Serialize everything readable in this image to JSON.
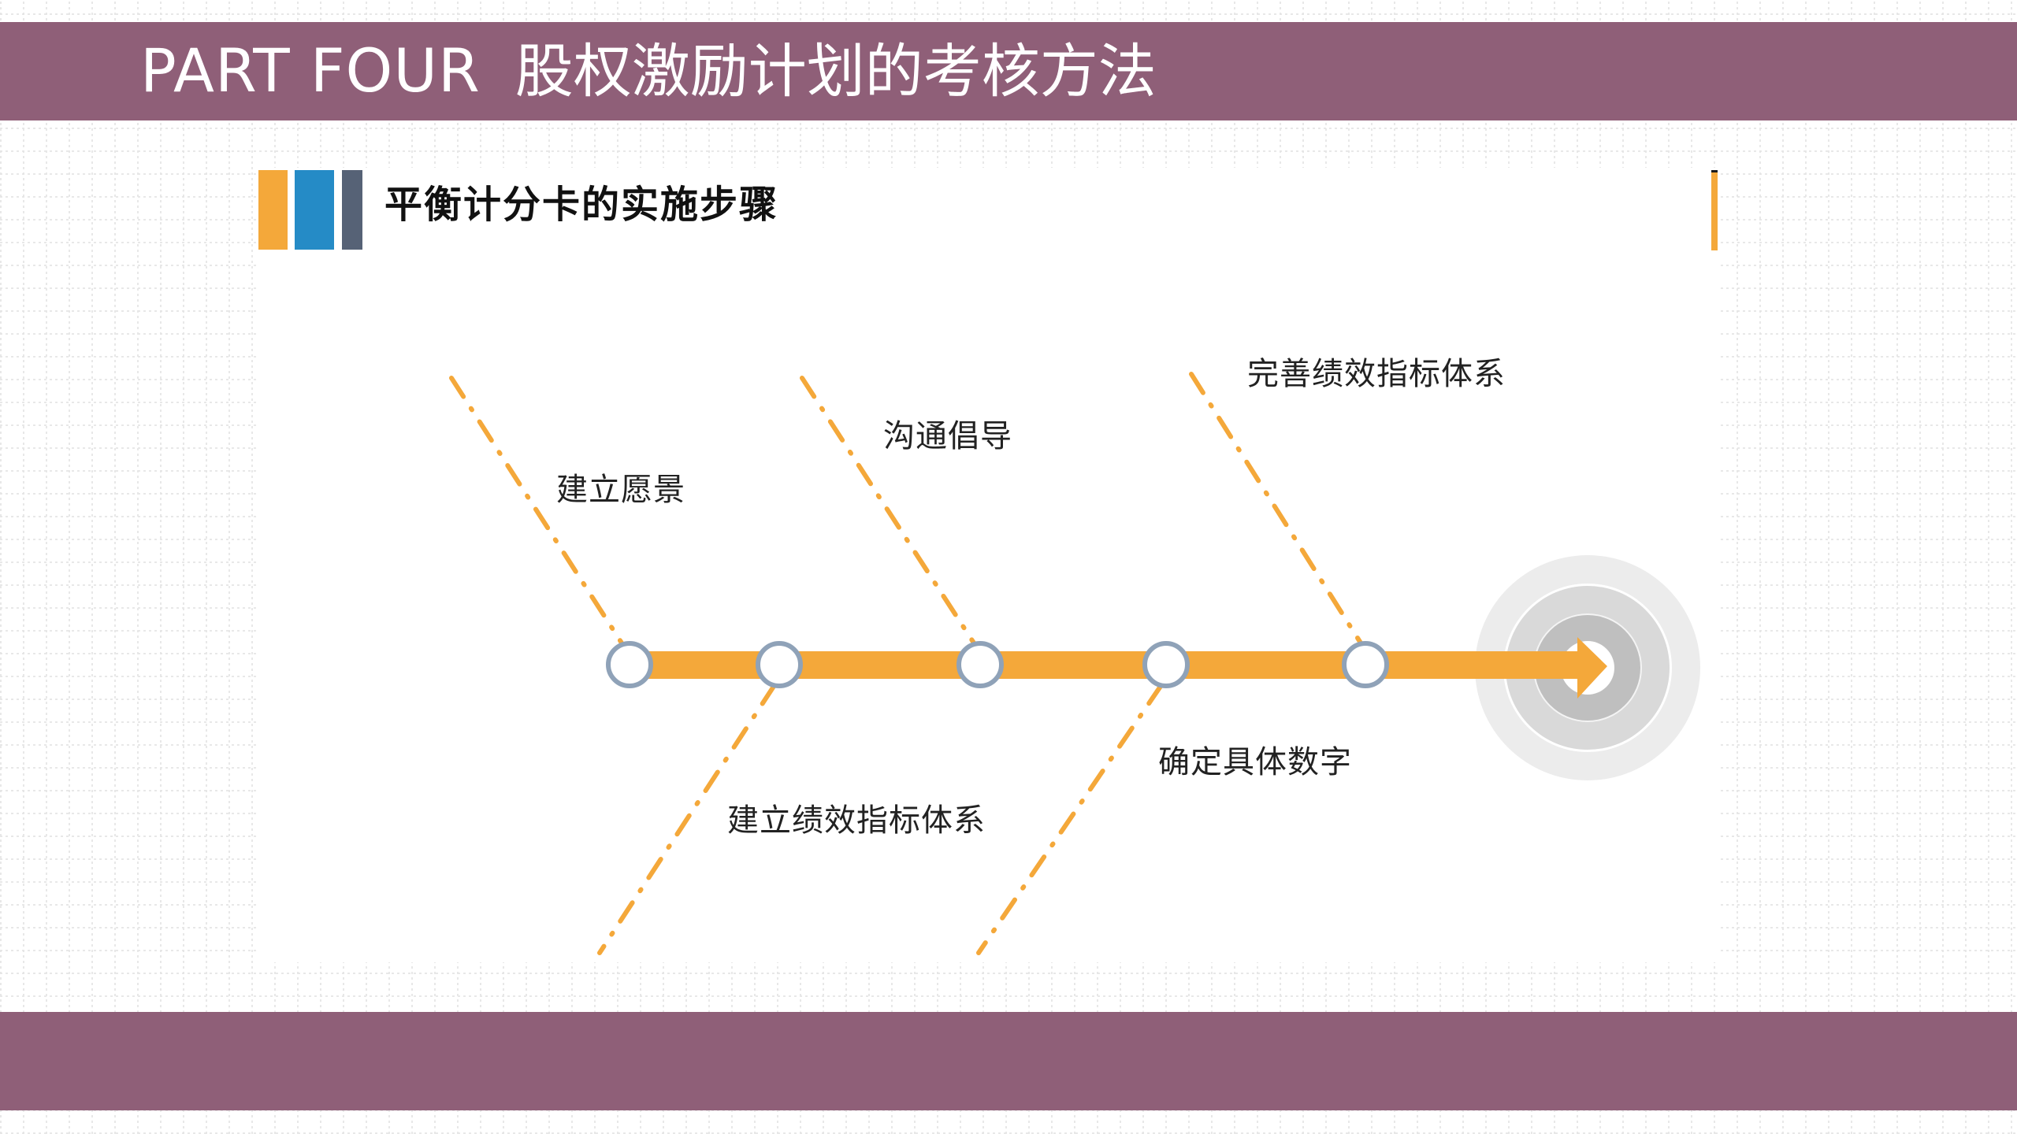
{
  "header": {
    "part_label": "PART FOUR",
    "title": "股权激励计划的考核方法",
    "band_color": "#8f5f78"
  },
  "section": {
    "title": "平衡计分卡的实施步骤",
    "deco_colors": [
      "#f4a83a",
      "#258bc6",
      "#566276"
    ]
  },
  "diagram": {
    "type": "fishbone-timeline",
    "accent_color": "#f4a83a",
    "node_stroke_color": "#8fa2b8",
    "steps": [
      {
        "order": 1,
        "label": "建立愿景",
        "position": "top"
      },
      {
        "order": 2,
        "label": "建立绩效指标体系",
        "position": "bottom"
      },
      {
        "order": 3,
        "label": "沟通倡导",
        "position": "top"
      },
      {
        "order": 4,
        "label": "确定具体数字",
        "position": "bottom"
      },
      {
        "order": 5,
        "label": "完善绩效指标体系",
        "position": "top"
      }
    ],
    "end_marker": "target-icon"
  }
}
